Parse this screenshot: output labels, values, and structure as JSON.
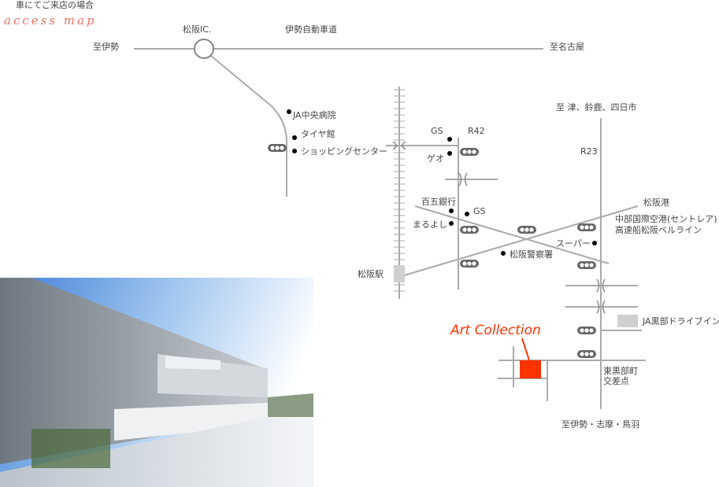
{
  "header": {
    "title": "車にてご来店の場合",
    "subtitle": "access map"
  },
  "map": {
    "destination": {
      "label": "Art Collection",
      "color": "#ff3300"
    },
    "road_color": "#aaaaaa",
    "labels": {
      "ic": "松阪IC.",
      "expressway": "伊勢自動車道",
      "to_ise_west": "至伊勢",
      "to_nagoya": "至名古屋",
      "to_tsu": "至 津、鈴鹿、四日市",
      "r42": "R42",
      "r23": "R23",
      "ja_hospital": "JA中央病院",
      "taiyakan": "タイヤ館",
      "shopping_center": "ショッピングセンター",
      "gs1": "GS",
      "geo": "ゲオ",
      "hyakugo_bank": "百五銀行",
      "gs2": "GS",
      "maruyoshi": "まるよし",
      "matsusaka_port": "松阪港",
      "centrair": "中部国際空港(セントレア)",
      "bell_line": "高速船松阪ベルライン",
      "super": "スーパー",
      "police": "松阪警察署",
      "station": "松阪駅",
      "ja_drivein": "JA黒部ドライブイン",
      "intersection_1": "東黒部町",
      "intersection_2": "交差点",
      "to_ise_south": "至伊勢・志摩・鳥羽"
    },
    "icons": {
      "traffic_light": "traffic-light-icon",
      "landmark": "landmark-dot-icon",
      "interchange": "interchange-circle-icon",
      "bridge": "bridge-icon",
      "railway": "railway-icon"
    }
  },
  "photo": {
    "subject": "gallery-building-photo"
  }
}
